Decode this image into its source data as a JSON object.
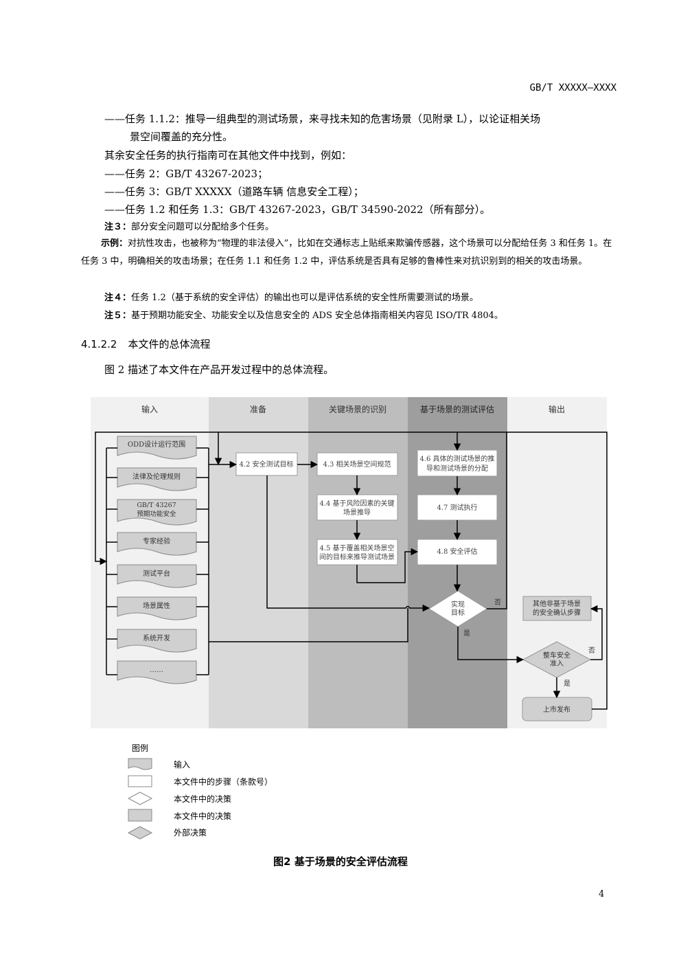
{
  "header": "GB/T XXXXX—XXXX",
  "lines": [
    "——任务 1.1.2：推导一组典型的测试场景，来寻找未知的危害场景（见附录 L），以论证相关场",
    "景空间覆盖的充分性。",
    "其余安全任务的执行指南可在其他文件中找到，例如：",
    "——任务 2：GB/T 43267-2023；",
    "——任务 3：GB/T XXXXX（道路车辆 信息安全工程）；",
    "——任务 1.2 和任务 1.3：GB/T 43267-2023，GB/T 34590-2022（所有部分）。"
  ],
  "note3_label": "注３：",
  "note3_text": "部分安全问题可以分配给多个任务。",
  "example_label": "示例：",
  "example_text": "对抗性攻击，也被称为“物理的非法侵入”，比如在交通标志上贴纸来欺骗传感器，这个场景可以分配给任务 3 和任务 1。在任务 3 中，明确相关的攻击场景；在任务 1.1 和任务 1.2 中，评估系统是否具有足够的鲁棒性来对抗识别到的相关的攻击场景。",
  "note4_label": "注４：",
  "note4_text": "任务 1.2（基于系统的安全评估）的输出也可以是评估系统的安全性所需要测试的场景。",
  "note5_label": "注５：",
  "note5_text": "基于预期功能安全、功能安全以及信息安全的 ADS 安全总体指南相关内容见 ISO/TR 4804。",
  "section_num": "4.1.2.2",
  "section_title": "本文件的总体流程",
  "intro": "图 2 描述了本文件在产品开发过程中的总体流程。",
  "diagram": {
    "lanes": [
      "输入",
      "准备",
      "关键场景的识别",
      "基于场景的测试评估",
      "输出"
    ],
    "inputs": [
      "ODD设计运行范围",
      "法律及伦理规则",
      "GB/T 43267",
      "预期功能安全",
      "专家经验",
      "测试平台",
      "场景属性",
      "系统开发",
      "……"
    ],
    "step_42": "4.2  安全测试目标",
    "step_43": "4.3  相关场景空间规范",
    "step_44_a": "4.4  基于风险因素的关键",
    "step_44_b": "场景推导",
    "step_45_a": "4.5  基于覆盖相关场景空",
    "step_45_b": "间的目标来推导测试场景",
    "step_46_a": "4.6  具体的测试场景的推",
    "step_46_b": "导和测试场景的分配",
    "step_47": "4.7  测试执行",
    "step_48": "4.8  安全评估",
    "decision_a": "实现",
    "decision_b": "目标",
    "no": "否",
    "yes": "是",
    "other_a": "其他非基于场景",
    "other_b": "的安全确认步骤",
    "vehicle_a": "整车安全",
    "vehicle_b": "准入",
    "release": "上市发布"
  },
  "legend": {
    "title": "图例",
    "items": [
      "输入",
      "本文件中的步骤（条款号）",
      "本文件中的决策",
      "本文件中的决策",
      "外部决策"
    ]
  },
  "caption": "图2   基于场景的安全评估流程",
  "page_number": "4"
}
